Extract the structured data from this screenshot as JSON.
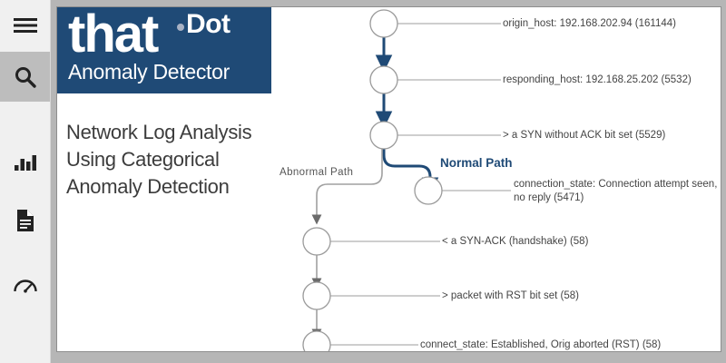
{
  "sidebar": {
    "items": [
      {
        "name": "menu",
        "icon": "hamburger-menu-icon",
        "active": false
      },
      {
        "name": "search",
        "icon": "search-icon",
        "active": true
      },
      {
        "name": "analytics",
        "icon": "bar-chart-icon",
        "active": false
      },
      {
        "name": "documents",
        "icon": "document-icon",
        "active": false
      },
      {
        "name": "performance",
        "icon": "gauge-icon",
        "active": false
      }
    ]
  },
  "logo": {
    "word": "that",
    "suffix": "Dot",
    "subtitle": "Anomaly Detector",
    "brand_color": "#1f4a76"
  },
  "headline": "Network Log Analysis Using Categorical Anomaly Detection",
  "graph": {
    "normal_path_label": "Normal Path",
    "abnormal_path_label": "Abnormal  Path",
    "normal_color": "#1f4a76",
    "abnormal_color": "#8d8d8d",
    "nodes": [
      {
        "id": "origin",
        "label": "origin_host: 192.168.202.94 (161144)",
        "count": 161144
      },
      {
        "id": "responding",
        "label": "responding_host: 192.168.25.202 (5532)",
        "count": 5532
      },
      {
        "id": "syn",
        "label": "> a SYN without ACK bit set (5529)",
        "count": 5529
      },
      {
        "id": "conn-state",
        "label": "connection_state: Connection attempt seen, no reply (5471)",
        "count": 5471
      },
      {
        "id": "synack",
        "label": "< a SYN-ACK (handshake) (58)",
        "count": 58
      },
      {
        "id": "rst",
        "label": "> packet with RST bit set (58)",
        "count": 58
      },
      {
        "id": "established",
        "label": "connect_state: Established, Orig aborted (RST) (58)",
        "count": 58
      }
    ]
  }
}
